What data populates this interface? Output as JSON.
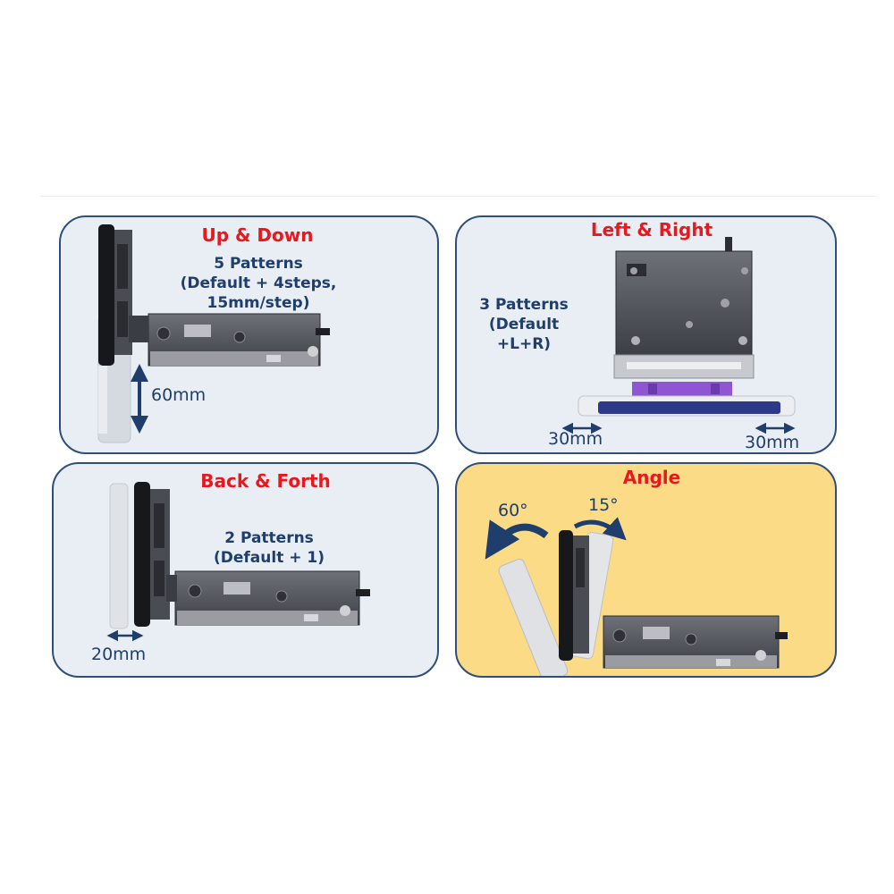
{
  "panels": {
    "up_down": {
      "title": "Up & Down",
      "description": "5 Patterns\n(Default + 4steps,\n15mm/step)",
      "measurement": "60mm"
    },
    "left_right": {
      "title": "Left & Right",
      "description": "3 Patterns\n(Default\n+L+R)",
      "measurement_left": "30mm",
      "measurement_right": "30mm"
    },
    "back_forth": {
      "title": "Back & Forth",
      "description": "2 Patterns\n(Default + 1)",
      "measurement": "20mm"
    },
    "angle": {
      "title": "Angle",
      "angle_back": "60°",
      "angle_forward": "15°"
    }
  },
  "colors": {
    "title": "#e8181c",
    "text": "#1f3e6b",
    "border": "#2f4e7a",
    "panel_bg": "#e9eef5",
    "highlight_bg": "#fbdb86"
  }
}
